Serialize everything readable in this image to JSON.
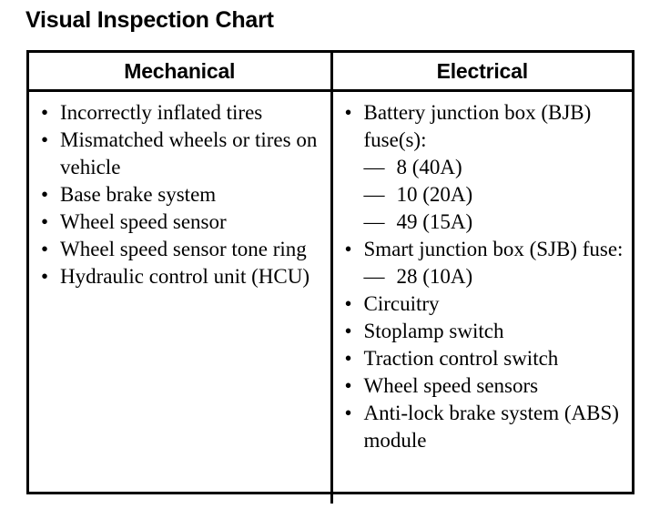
{
  "page": {
    "title": "Visual Inspection Chart",
    "background_color": "#ffffff",
    "text_color": "#000000",
    "border_color": "#000000"
  },
  "table": {
    "columns": [
      {
        "header": "Mechanical",
        "items": [
          {
            "bullet": "bullet-icon",
            "text": "Incorrectly inflated tires",
            "subitems": []
          },
          {
            "bullet": "bullet-icon",
            "text": "Mismatched wheels or tires on vehicle",
            "subitems": []
          },
          {
            "bullet": "bullet-icon",
            "text": "Base brake system",
            "subitems": []
          },
          {
            "bullet": "bullet-icon",
            "text": "Wheel speed sensor",
            "subitems": []
          },
          {
            "bullet": "bullet-icon",
            "text": "Wheel speed sensor tone ring",
            "subitems": []
          },
          {
            "bullet": "bullet-icon",
            "text": "Hydraulic control unit (HCU)",
            "subitems": []
          }
        ]
      },
      {
        "header": "Electrical",
        "items": [
          {
            "bullet": "bullet-icon",
            "text": "Battery junction box (BJB) fuse(s):",
            "subitems": [
              {
                "dash": "em-dash-icon",
                "text": "8 (40A)"
              },
              {
                "dash": "em-dash-icon",
                "text": "10 (20A)"
              },
              {
                "dash": "em-dash-icon",
                "text": "49 (15A)"
              }
            ]
          },
          {
            "bullet": "bullet-icon",
            "text": "Smart junction box (SJB) fuse:",
            "subitems": [
              {
                "dash": "em-dash-icon",
                "text": "28 (10A)"
              }
            ]
          },
          {
            "bullet": "bullet-icon",
            "text": "Circuitry",
            "subitems": []
          },
          {
            "bullet": "bullet-icon",
            "text": "Stoplamp switch",
            "subitems": []
          },
          {
            "bullet": "bullet-icon",
            "text": "Traction control switch",
            "subitems": []
          },
          {
            "bullet": "bullet-icon",
            "text": "Wheel speed sensors",
            "subitems": []
          },
          {
            "bullet": "bullet-icon",
            "text": "Anti-lock brake system (ABS) module",
            "subitems": []
          }
        ]
      }
    ]
  },
  "glyphs": {
    "bullet": "•",
    "em_dash": "—"
  }
}
